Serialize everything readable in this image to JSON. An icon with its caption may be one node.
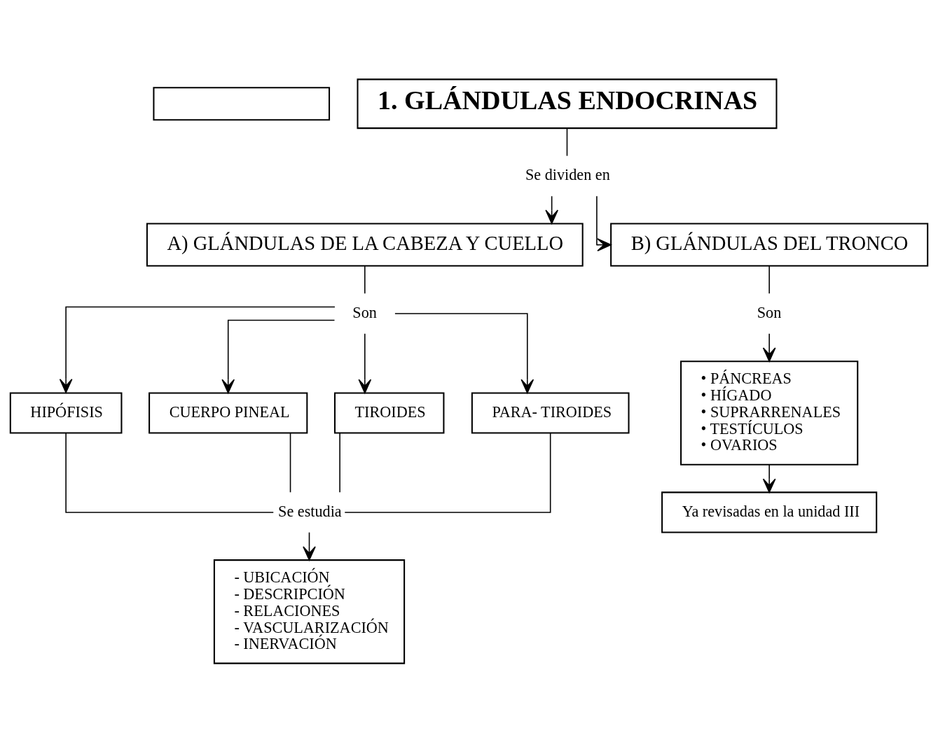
{
  "diagram": {
    "nodes": [
      {
        "text": [],
        "shape": "box"
      },
      {
        "text": [
          "1. GLÁNDULAS ENDOCRINAS"
        ]
      },
      {
        "text": [
          "Se dividen en"
        ]
      },
      {
        "text": [
          "A) GLÁNDULAS DE LA CABEZA Y CUELLO"
        ]
      },
      {
        "text": [
          "B) GLÁNDULAS DEL TRONCO"
        ]
      },
      {
        "text": [
          "Son"
        ]
      },
      {
        "text": [
          "Son"
        ]
      },
      {
        "text": [
          "HIPÓFISIS"
        ]
      },
      {
        "text": [
          "CUERPO PINEAL"
        ]
      },
      {
        "text": [
          "TIROIDES"
        ]
      },
      {
        "text": [
          "PARA- TIROIDES"
        ]
      },
      {
        "text": [
          "• PÁNCREAS",
          "• HÍGADO",
          "• SUPRARRENALES",
          "• TESTÍCULOS",
          "• OVARIOS"
        ]
      },
      {
        "text": [
          "Se estudia"
        ]
      },
      {
        "text": [
          "- UBICACIÓN",
          "- DESCRIPCIÓN",
          "- RELACIONES",
          "- VASCULARIZACIÓN",
          "- INERVACIÓN"
        ]
      },
      {
        "text": [
          "Ya revisadas en la unidad III"
        ]
      }
    ],
    "edges": [
      {
        "from": 1,
        "to": 2,
        "arrow": "none"
      },
      {
        "from": 2,
        "to": 3,
        "arrow": "to"
      },
      {
        "from": 2,
        "to": 4,
        "arrow": "to"
      },
      {
        "from": 3,
        "to": 5,
        "arrow": "none"
      },
      {
        "from": 4,
        "to": 6,
        "arrow": "none"
      },
      {
        "from": 5,
        "to": 7,
        "arrow": "to"
      },
      {
        "from": 5,
        "to": 8,
        "arrow": "to"
      },
      {
        "from": 5,
        "to": 9,
        "arrow": "to"
      },
      {
        "from": 5,
        "to": 10,
        "arrow": "to"
      },
      {
        "from": 6,
        "to": 11,
        "arrow": "to"
      },
      {
        "from": 7,
        "to": 12,
        "arrow": "none"
      },
      {
        "from": 8,
        "to": 12,
        "arrow": "none"
      },
      {
        "from": 9,
        "to": 12,
        "arrow": "none"
      },
      {
        "from": 10,
        "to": 12,
        "arrow": "none"
      },
      {
        "from": 12,
        "to": 13,
        "arrow": "to"
      },
      {
        "from": 11,
        "to": 14,
        "arrow": "to"
      }
    ]
  }
}
